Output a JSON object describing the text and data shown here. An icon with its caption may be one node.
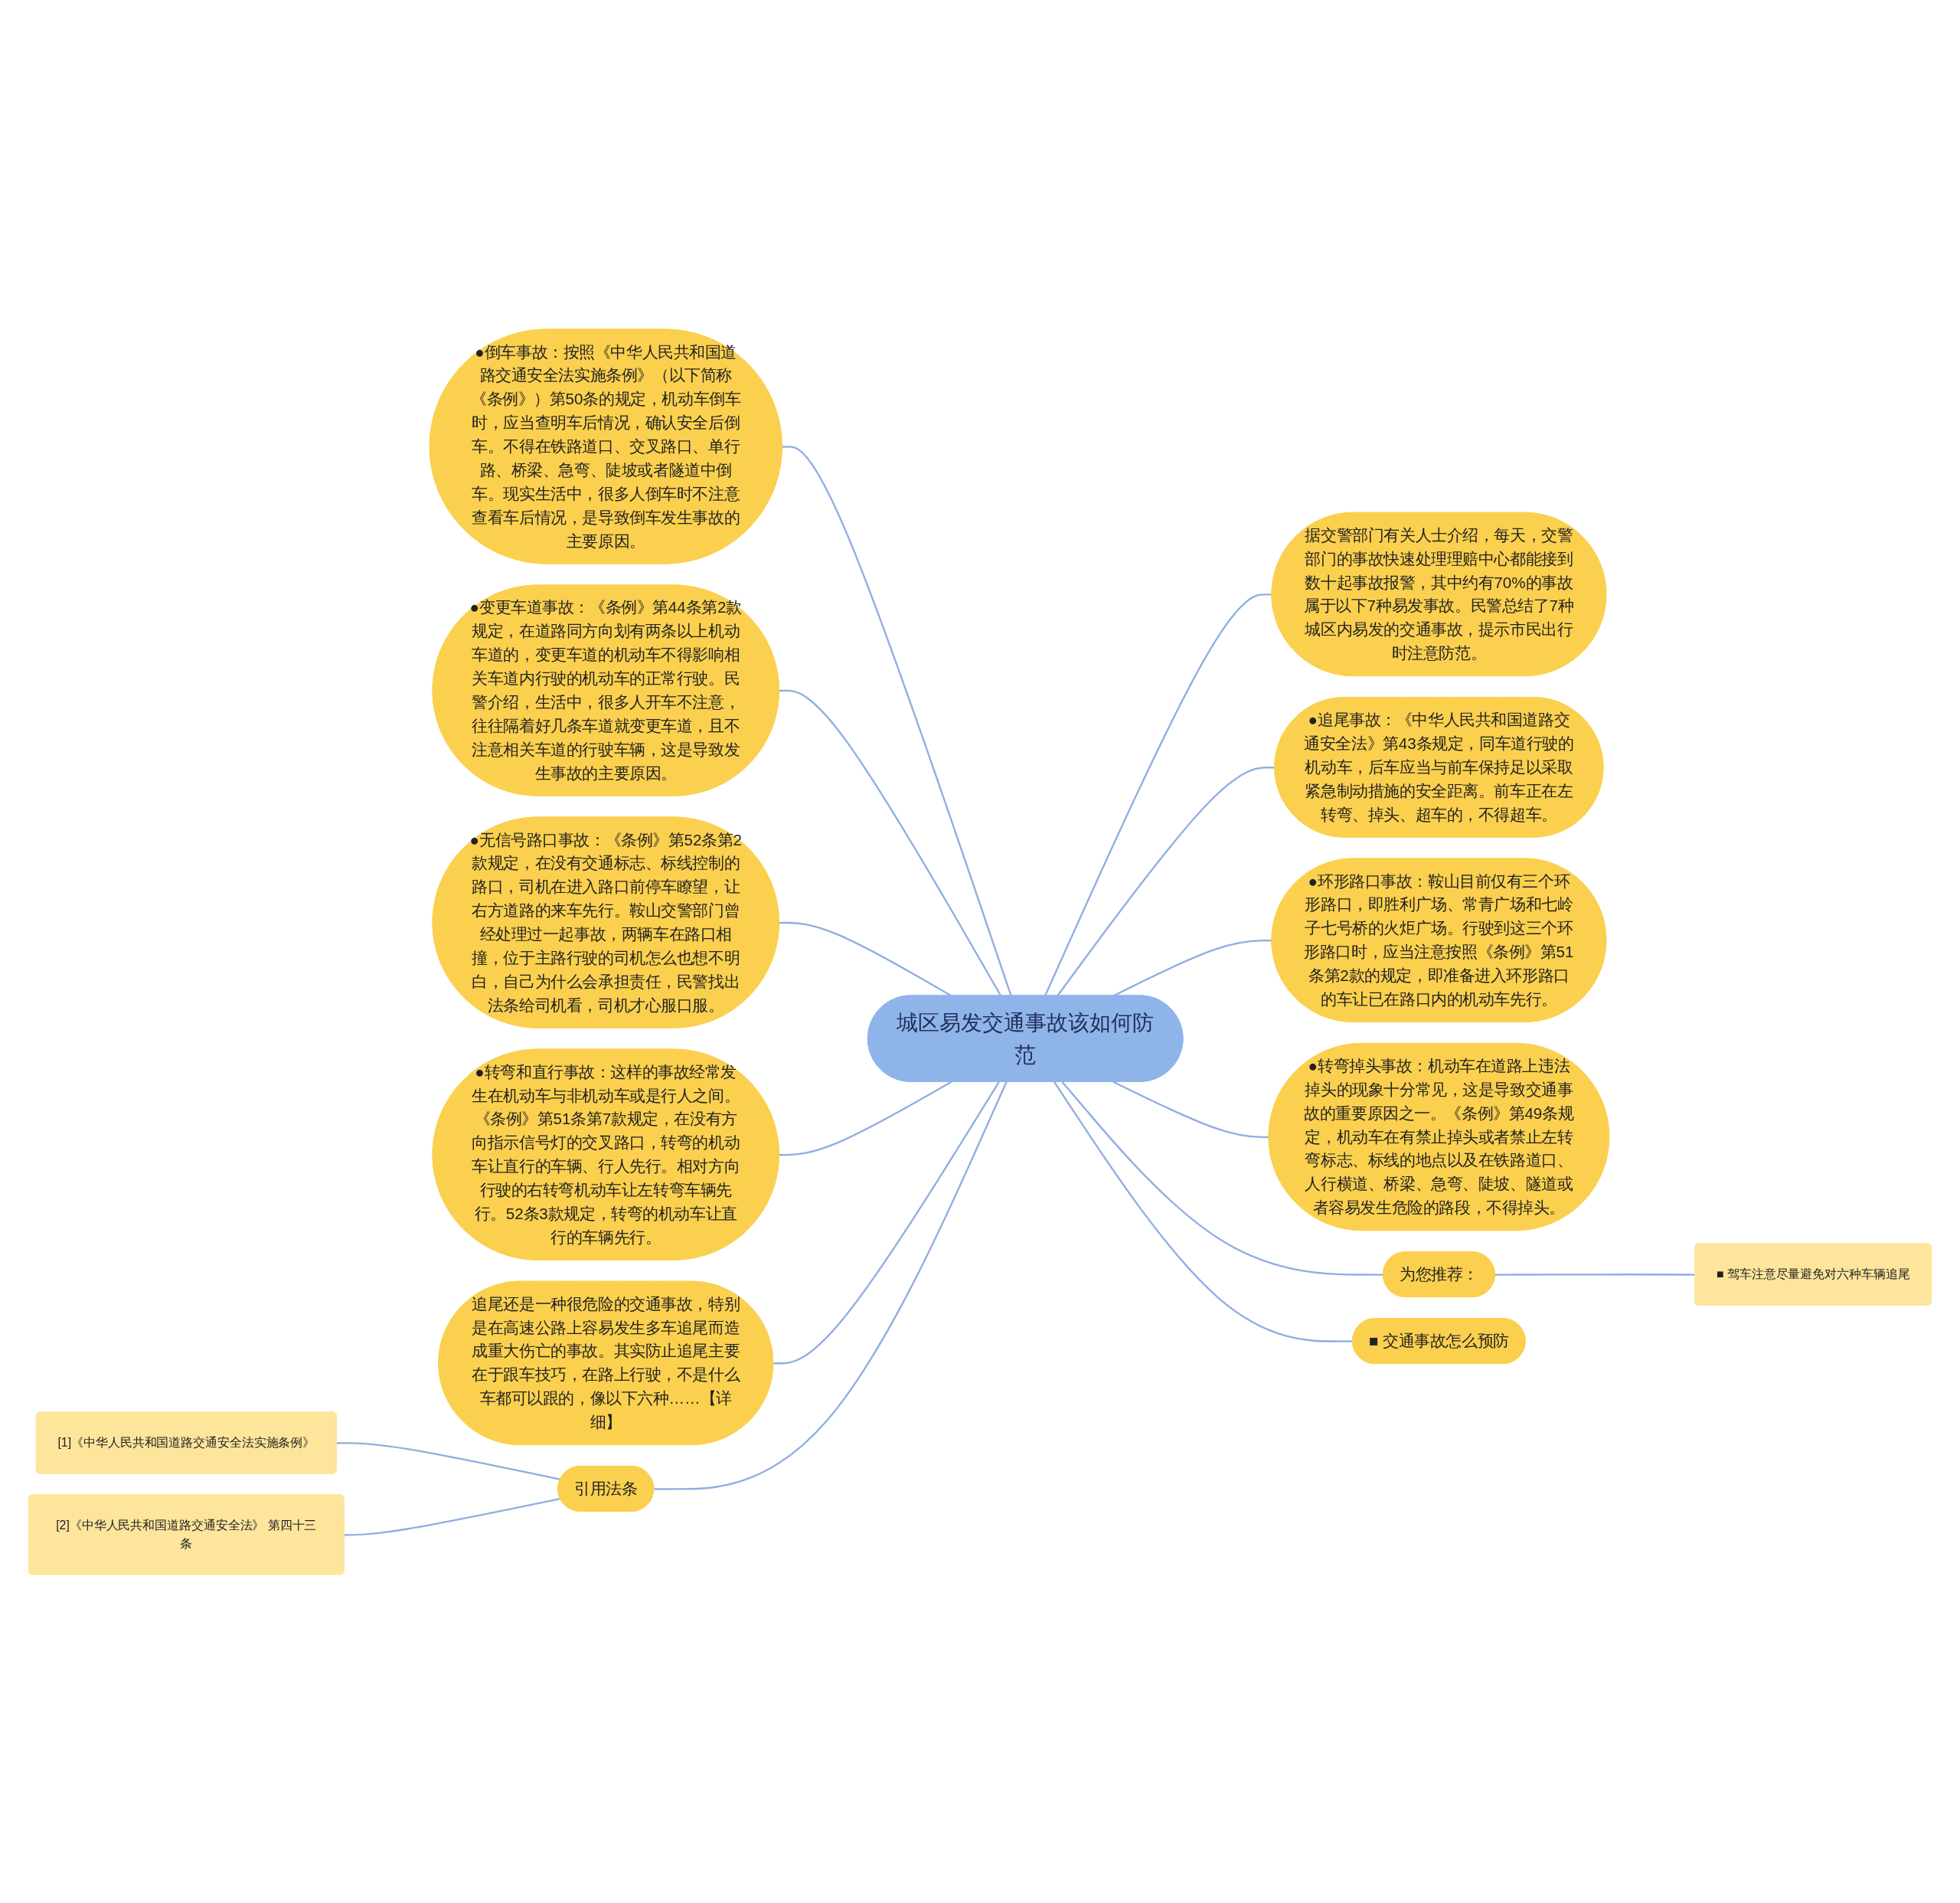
{
  "diagram": {
    "nodes": [
      {
        "text": [
          "城区易发交通事故该如何防范"
        ]
      },
      {
        "text": [
          "●倒车事故：按照《中华人民共和国道路交通安全法实施条例》（以下简称《条例》）第50条的规定，机动车倒车时，应当查明车后情况，确认安全后倒车。不得在铁路道口、交叉路口、单行路、桥梁、急弯、陡坡或者隧道中倒车。现实生活中，很多人倒车时不注意查看车后情况，是导致倒车发生事故的主要原因。"
        ]
      },
      {
        "text": [
          "●变更车道事故：《条例》第44条第2款规定，在道路同方向划有两条以上机动车道的，变更车道的机动车不得影响相关车道内行驶的机动车的正常行驶。民警介绍，生活中，很多人开车不注意，往往隔着好几条车道就变更车道，且不注意相关车道的行驶车辆，这是导致发生事故的主要原因。"
        ]
      },
      {
        "text": [
          "●无信号路口事故：《条例》第52条第2款规定，在没有交通标志、标线控制的路口，司机在进入路口前停车瞭望，让右方道路的来车先行。鞍山交警部门曾经处理过一起事故，两辆车在路口相撞，位于主路行驶的司机怎么也想不明白，自己为什么会承担责任，民警找出法条给司机看，司机才心服口服。"
        ]
      },
      {
        "text": [
          "●转弯和直行事故：这样的事故经常发生在机动车与非机动车或是行人之间。《条例》第51条第7款规定，在没有方向指示信号灯的交叉路口，转弯的机动车让直行的车辆、行人先行。相对方向行驶的右转弯机动车让左转弯车辆先行。52条3款规定，转弯的机动车让直行的车辆先行。"
        ]
      },
      {
        "text": [
          "追尾还是一种很危险的交通事故，特别是在高速公路上容易发生多车追尾而造成重大伤亡的事故。其实防止追尾主要在于跟车技巧，在路上行驶，不是什么车都可以跟的，像以下六种……【详细】"
        ]
      },
      {
        "text": [
          "引用法条"
        ]
      },
      {
        "text": [
          "[1]《中华人民共和国道路交通安全法实施条例》"
        ]
      },
      {
        "text": [
          "[2]《中华人民共和国道路交通安全法》 第四十三条"
        ]
      },
      {
        "text": [
          "据交警部门有关人士介绍，每天，交警部门的事故快速处理理赔中心都能接到数十起事故报警，其中约有70%的事故属于以下7种易发事故。民警总结了7种城区内易发的交通事故，提示市民出行时注意防范。"
        ]
      },
      {
        "text": [
          "●追尾事故：《中华人民共和国道路交通安全法》第43条规定，同车道行驶的机动车，后车应当与前车保持足以采取紧急制动措施的安全距离。前车正在左转弯、掉头、超车的，不得超车。"
        ]
      },
      {
        "text": [
          "●环形路口事故：鞍山目前仅有三个环形路口，即胜利广场、常青广场和七岭子七号桥的火炬广场。行驶到这三个环形路口时，应当注意按照《条例》第51条第2款的规定，即准备进入环形路口的车让已在路口内的机动车先行。"
        ]
      },
      {
        "text": [
          "●转弯掉头事故：机动车在道路上违法掉头的现象十分常见，这是导致交通事故的重要原因之一。《条例》第49条规定，机动车在有禁止掉头或者禁止左转弯标志、标线的地点以及在铁路道口、人行横道、桥梁、急弯、陡坡、隧道或者容易发生危险的路段，不得掉头。"
        ]
      },
      {
        "text": [
          "为您推荐："
        ]
      },
      {
        "text": [
          "■ 驾车注意尽量避免对六种车辆追尾"
        ]
      },
      {
        "text": [
          "■ 交通事故怎么预防"
        ]
      }
    ],
    "edges": [
      {
        "from": 0,
        "to": 1,
        "arrow": "none"
      },
      {
        "from": 0,
        "to": 2,
        "arrow": "none"
      },
      {
        "from": 0,
        "to": 3,
        "arrow": "none"
      },
      {
        "from": 0,
        "to": 4,
        "arrow": "none"
      },
      {
        "from": 0,
        "to": 5,
        "arrow": "none"
      },
      {
        "from": 0,
        "to": 6,
        "arrow": "none"
      },
      {
        "from": 6,
        "to": 7,
        "arrow": "none"
      },
      {
        "from": 6,
        "to": 8,
        "arrow": "none"
      },
      {
        "from": 0,
        "to": 9,
        "arrow": "none"
      },
      {
        "from": 0,
        "to": 10,
        "arrow": "none"
      },
      {
        "from": 0,
        "to": 11,
        "arrow": "none"
      },
      {
        "from": 0,
        "to": 12,
        "arrow": "none"
      },
      {
        "from": 0,
        "to": 13,
        "arrow": "none"
      },
      {
        "from": 13,
        "to": 14,
        "arrow": "none"
      },
      {
        "from": 0,
        "to": 15,
        "arrow": "none"
      }
    ]
  }
}
